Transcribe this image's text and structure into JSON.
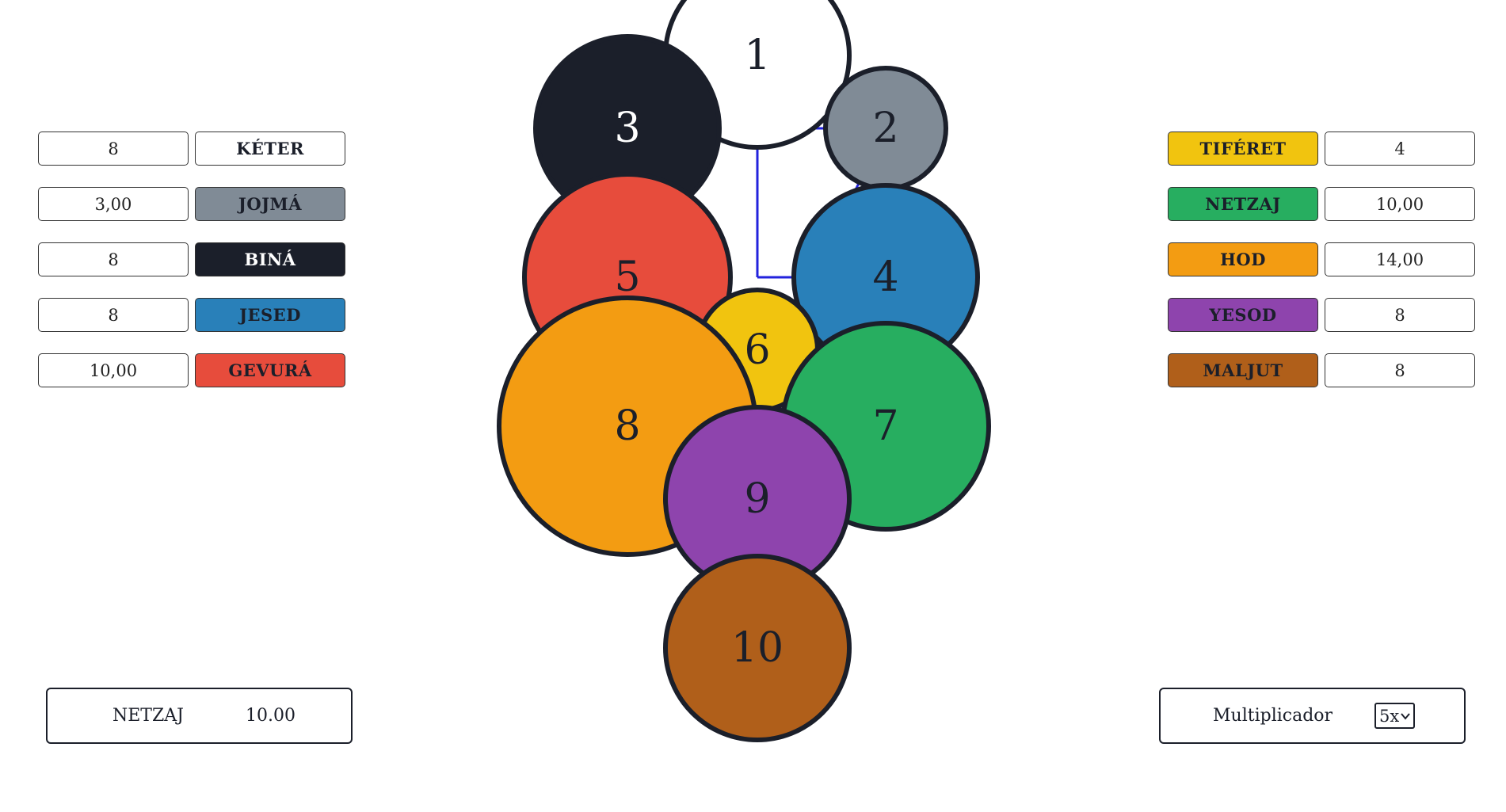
{
  "left_panel": [
    {
      "value": "8",
      "name": "KÉTER",
      "color": "#ffffff",
      "text_color": "#1b1f2a"
    },
    {
      "value": "3,00",
      "name": "JOJMÁ",
      "color": "#808b96",
      "text_color": "#1b1f2a"
    },
    {
      "value": "8",
      "name": "BINÁ",
      "color": "#1b1f2a",
      "text_color": "#ffffff"
    },
    {
      "value": "8",
      "name": "JESED",
      "color": "#2980b9",
      "text_color": "#1b1f2a"
    },
    {
      "value": "10,00",
      "name": "GEVURÁ",
      "color": "#e74c3c",
      "text_color": "#1b1f2a"
    }
  ],
  "right_panel": [
    {
      "value": "4",
      "name": "TIFÉRET",
      "color": "#f1c40f",
      "text_color": "#1b1f2a"
    },
    {
      "value": "10,00",
      "name": "NETZAJ",
      "color": "#27ae60",
      "text_color": "#1b1f2a"
    },
    {
      "value": "14,00",
      "name": "HOD",
      "color": "#f39c12",
      "text_color": "#1b1f2a"
    },
    {
      "value": "8",
      "name": "YESOD",
      "color": "#8e44ad",
      "text_color": "#1b1f2a"
    },
    {
      "value": "8",
      "name": "MALJUT",
      "color": "#b05f1a",
      "text_color": "#1b1f2a"
    }
  ],
  "tree": {
    "connector_color": "#2222dd",
    "stroke_color": "#1b1f2a",
    "nodes": [
      {
        "label": "1",
        "color": "#ffffff",
        "text_color": "#1b1f2a",
        "size": 4
      },
      {
        "label": "2",
        "color": "#808b96",
        "text_color": "#1b1f2a",
        "size": 3
      },
      {
        "label": "3",
        "color": "#1b1f2a",
        "text_color": "#ffffff",
        "size": 4
      },
      {
        "label": "4",
        "color": "#2980b9",
        "text_color": "#1b1f2a",
        "size": 4
      },
      {
        "label": "5",
        "color": "#e74c3c",
        "text_color": "#1b1f2a",
        "size": 5
      },
      {
        "label": "6",
        "color": "#f1c40f",
        "text_color": "#1b1f2a",
        "size": 3
      },
      {
        "label": "7",
        "color": "#27ae60",
        "text_color": "#1b1f2a",
        "size": 5
      },
      {
        "label": "8",
        "color": "#f39c12",
        "text_color": "#1b1f2a",
        "size": 6
      },
      {
        "label": "9",
        "color": "#8e44ad",
        "text_color": "#1b1f2a",
        "size": 4
      },
      {
        "label": "10",
        "color": "#b05f1a",
        "text_color": "#1b1f2a",
        "size": 4
      }
    ]
  },
  "selected_display": {
    "name": "NETZAJ",
    "value": "10.00"
  },
  "multiplier": {
    "label": "Multiplicador",
    "selected": "5x"
  }
}
